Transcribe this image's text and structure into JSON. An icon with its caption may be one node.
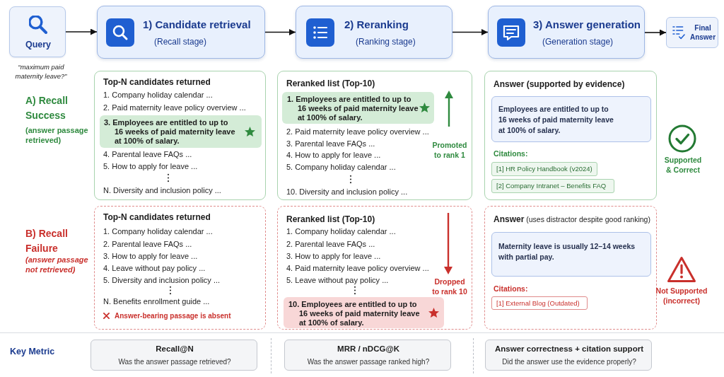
{
  "diagram": {
    "nodes": [
      {
        "text": [
          "Query"
        ],
        "beside": [
          "“maximum paid maternity leave?”"
        ]
      },
      {
        "text": [
          "1) Candidate retrieval",
          "(Recall stage)"
        ]
      },
      {
        "text": [
          "2) Reranking",
          "(Ranking stage)"
        ]
      },
      {
        "text": [
          "3) Answer generation",
          "(Generation stage)"
        ]
      },
      {
        "text": [
          "Final Answer"
        ]
      },
      {
        "text": [
          "Top-N candidates returned",
          "1. Company holiday calendar ...",
          "2. Paid maternity leave policy overview ...",
          "4. Parental leave FAQs ...",
          "5. How to apply for leave ...",
          "N. Diversity and inclusion policy ..."
        ]
      },
      {
        "text": [
          "3. Employees are entitled to up to 16 weeks of paid maternity leave at 100% of salary."
        ],
        "in": 5
      },
      {
        "text": [
          "Reranked list (Top-10)",
          "2. Paid maternity leave policy overview ...",
          "3. Parental leave FAQs ...",
          "4. How to apply for leave ...",
          "5. Company holiday calendar ...",
          "10. Diversity and inclusion policy ...",
          "Promoted to rank 1"
        ]
      },
      {
        "text": [
          "1. Employees are entitled to up to 16 weeks of paid maternity leave at 100% of salary."
        ],
        "in": 7
      },
      {
        "text": [
          "Answer (supported by evidence)",
          "Citations:"
        ]
      },
      {
        "text": [
          "Employees are entitled to up to 16 weeks of paid maternity leave at 100% of salary."
        ],
        "in": 9
      },
      {
        "text": [
          "[1] HR Policy Handbook (v2024)"
        ],
        "in": 9
      },
      {
        "text": [
          "[2] Company Intranet – Benefits FAQ"
        ],
        "in": 9
      },
      {
        "text": [
          "Top-N candidates returned",
          "1. Company holiday calendar ...",
          "2. Parental leave FAQs ...",
          "3. How to apply for leave ...",
          "4. Leave without pay policy ...",
          "5. Diversity and inclusion policy ...",
          "N. Benefits enrollment guide ...",
          "Answer-bearing passage is absent"
        ]
      },
      {
        "text": [
          "Reranked list (Top-10)",
          "1. Company holiday calendar ...",
          "2. Parental leave FAQs ...",
          "3. How to apply for leave ...",
          "4. Paid maternity leave policy overview ...",
          "5. Leave without pay policy ...",
          "Dropped to rank 10"
        ]
      },
      {
        "text": [
          "10. Employees are entitled to up to 16 weeks of paid maternity leave at 100% of salary."
        ],
        "in": 14
      },
      {
        "text": [
          "**Answer** (uses distractor despite good ranking)",
          "Citations:"
        ]
      },
      {
        "text": [
          "Maternity leave is usually 12–14 weeks with partial pay."
        ],
        "in": 16
      },
      {
        "text": [
          "[1] External Blog (Outdated)"
        ],
        "in": 16
      },
      {
        "text": [
          "Recall@N",
          "Was the answer passage retrieved?"
        ]
      },
      {
        "text": [
          "MRR / nDCG@K",
          "Was the answer passage ranked high?"
        ]
      },
      {
        "text": [
          "Answer correctness + citation support",
          "Did the answer use the evidence properly?"
        ]
      }
    ],
    "edges": [
      {
        "from": 0,
        "to": 1,
        "arrow": "to"
      },
      {
        "from": 1,
        "to": 2,
        "arrow": "to"
      },
      {
        "from": 2,
        "to": 3,
        "arrow": "to"
      },
      {
        "from": 3,
        "to": 4,
        "arrow": "to"
      }
    ],
    "labels": [
      "A) Recall Success",
      "(answer passage retrieved)",
      "Supported & Correct",
      "B) Recall Failure",
      "(answer passage not retrieved)",
      "Not Supported (incorrect)",
      "Key Metric"
    ]
  }
}
